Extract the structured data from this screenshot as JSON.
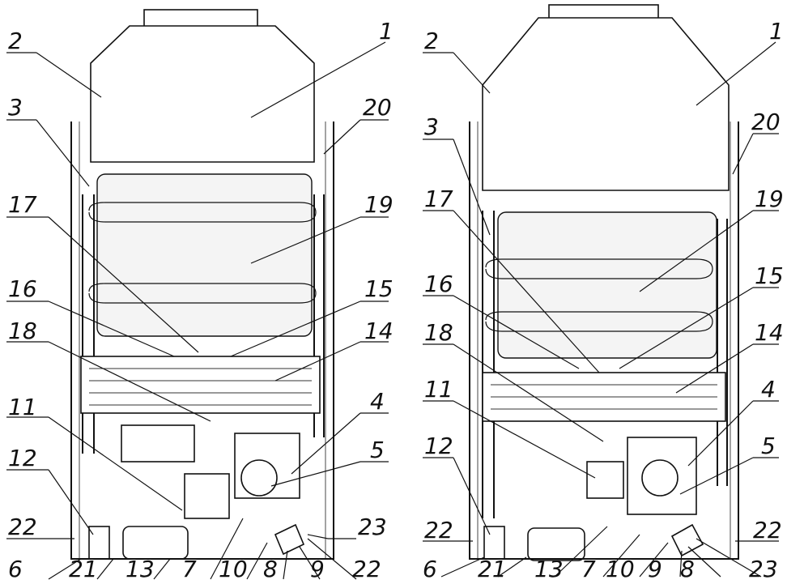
{
  "figure": {
    "left_view": {
      "callouts": [
        "1",
        "2",
        "3",
        "4",
        "5",
        "6",
        "7",
        "8",
        "9",
        "10",
        "11",
        "12",
        "13",
        "14",
        "15",
        "16",
        "17",
        "18",
        "19",
        "20",
        "21",
        "22",
        "23",
        "22"
      ]
    },
    "right_view": {
      "callouts": [
        "1",
        "2",
        "3",
        "4",
        "5",
        "6",
        "7",
        "8",
        "9",
        "10",
        "11",
        "12",
        "13",
        "14",
        "15",
        "16",
        "17",
        "18",
        "19",
        "20",
        "21",
        "22",
        "22",
        "23"
      ]
    }
  }
}
